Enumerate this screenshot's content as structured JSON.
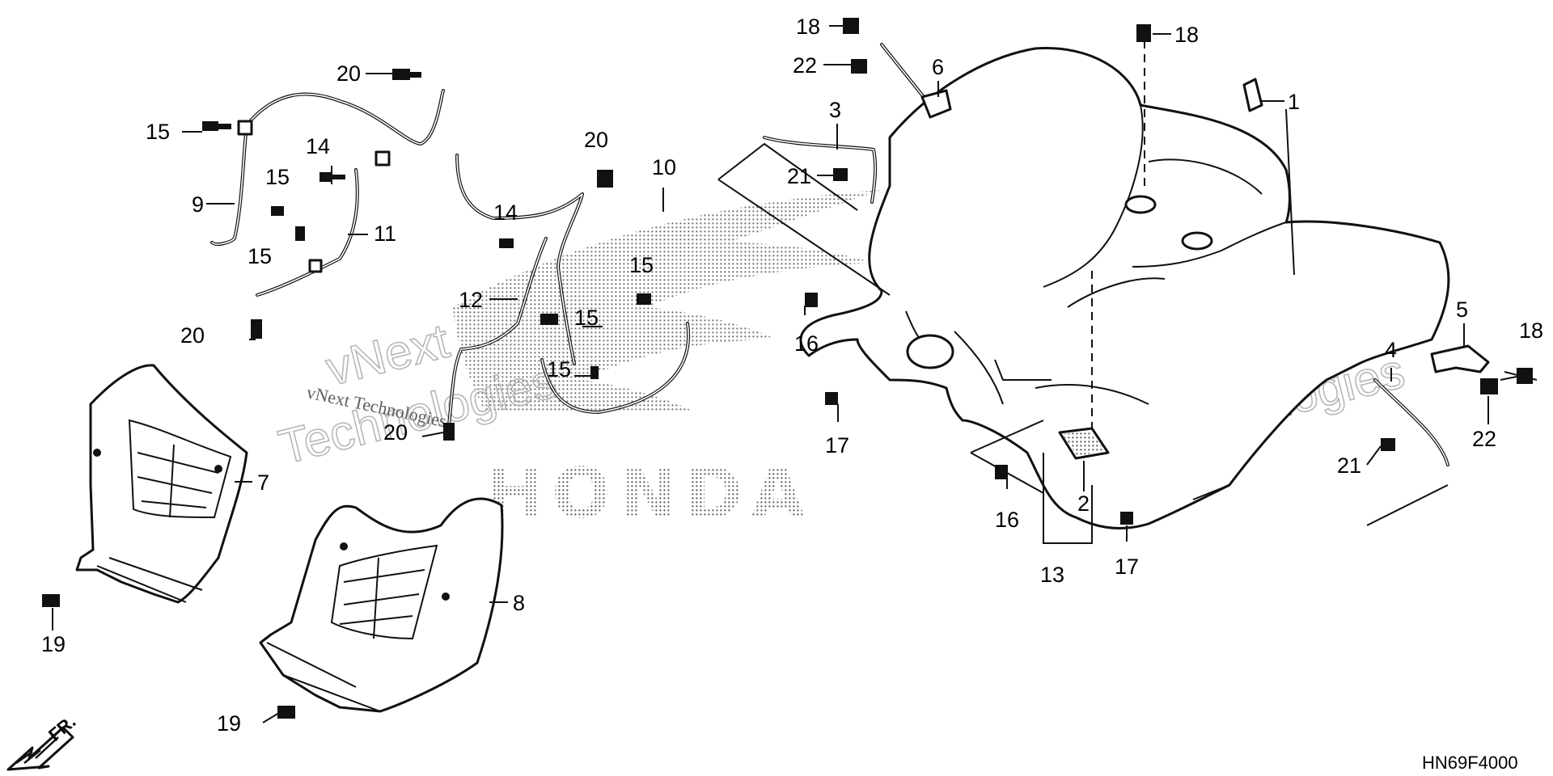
{
  "diagram": {
    "code": "HN69F4000",
    "front_label": "FR.",
    "brand_logo_text": "HONDA",
    "watermark": {
      "big_line1": "vNext",
      "big_line2": "Technologies",
      "small": "vNext Technologies"
    },
    "callouts": {
      "c1": "1",
      "c2": "2",
      "c3": "3",
      "c4": "4",
      "c5": "5",
      "c6": "6",
      "c7": "7",
      "c8": "8",
      "c9": "9",
      "c10": "10",
      "c11": "11",
      "c12": "12",
      "c13": "13",
      "c14a": "14",
      "c14b": "14",
      "c15a": "15",
      "c15b": "15",
      "c15c": "15",
      "c15d": "15",
      "c15e": "15",
      "c15f": "15",
      "c16a": "16",
      "c16b": "16",
      "c17a": "17",
      "c17b": "17",
      "c18a": "18",
      "c18b": "18",
      "c18c": "18",
      "c19a": "19",
      "c19b": "19",
      "c20a": "20",
      "c20b": "20",
      "c20c": "20",
      "c20d": "20",
      "c21a": "21",
      "c21b": "21",
      "c22a": "22",
      "c22b": "22"
    }
  }
}
